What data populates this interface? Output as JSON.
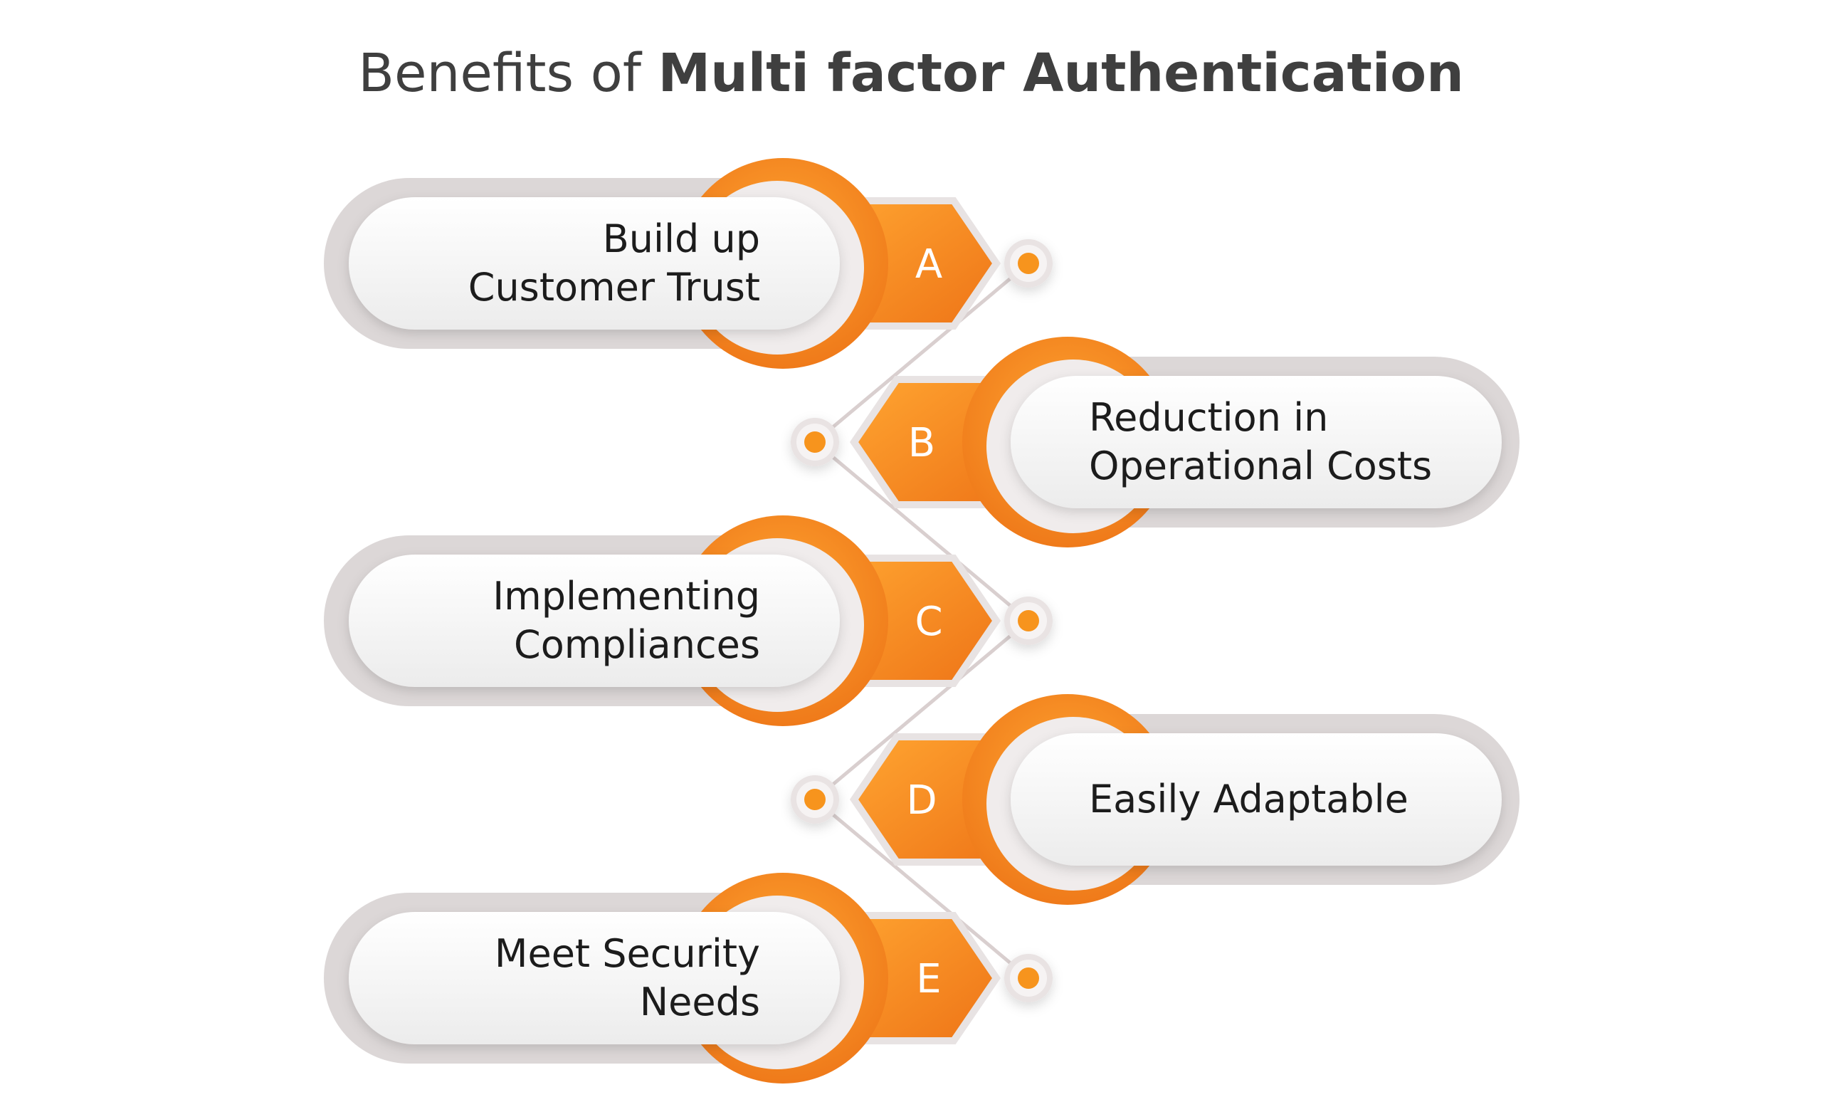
{
  "title": {
    "prefix": "Benefits of",
    "emphasis": "Multi factor Authentication"
  },
  "colors": {
    "accent_orange": "#f7941d",
    "accent_orange_dark": "#ef7a1a",
    "pill_shadow": "#dcd7d7",
    "pill_fill": "#f3f2f2",
    "connector_line": "#d9cfcf",
    "text_dark": "#1c1c1c",
    "title_text": "#3f3f3f"
  },
  "items": [
    {
      "letter": "A",
      "lines": [
        "Build up",
        "Customer Trust"
      ]
    },
    {
      "letter": "B",
      "lines": [
        "Reduction in",
        "Operational Costs"
      ]
    },
    {
      "letter": "C",
      "lines": [
        "Implementing",
        "Compliances"
      ]
    },
    {
      "letter": "D",
      "lines": [
        "Easily Adaptable"
      ]
    },
    {
      "letter": "E",
      "lines": [
        "Meet Security",
        "Needs"
      ]
    }
  ]
}
